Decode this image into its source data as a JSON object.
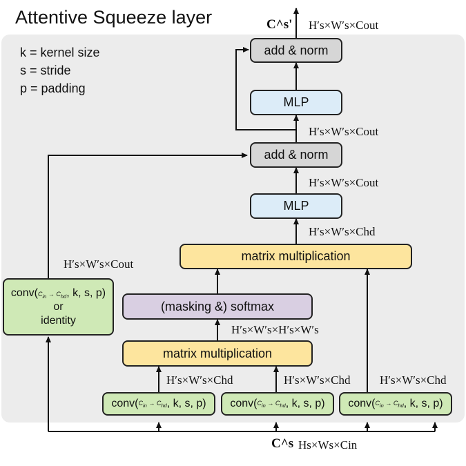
{
  "title": "Attentive Squeeze layer",
  "legend": [
    "k = kernel size",
    "s = stride",
    "p = padding"
  ],
  "boxes": {
    "add_norm_top": "add & norm",
    "mlp_top": "MLP",
    "add_norm_mid": "add & norm",
    "mlp_mid": "MLP",
    "matmul_top": "matrix multiplication",
    "softmax": "(masking &) softmax",
    "matmul_bottom": "matrix multiplication",
    "conv_prefix": "conv(",
    "conv_in": "C",
    "conv_in_sub": "in",
    "conv_arrow": "→",
    "conv_hd": "C",
    "conv_hd_sub": "hd",
    "conv_suffix": ", k, s, p)",
    "left_conv_line2": "or",
    "left_conv_line3": "identity"
  },
  "dims": {
    "output_label": "C^s'",
    "output_dim": "H′s×W′s×Cout",
    "above_mlp_top": "H′s×W′s×Cout",
    "above_mlp_mid": "H′s×W′s×Cout",
    "above_matmul_top": "H′s×W′s×Chd",
    "left_branch": "H′s×W′s×Cout",
    "above_matmul_bottom": "H′s×W′s×H′s×W′s",
    "conv1": "H′s×W′s×Chd",
    "conv2": "H′s×W′s×Chd",
    "conv3": "H′s×W′s×Chd",
    "input_label": "C^s",
    "input_dim": "Hs×Ws×Cin"
  }
}
